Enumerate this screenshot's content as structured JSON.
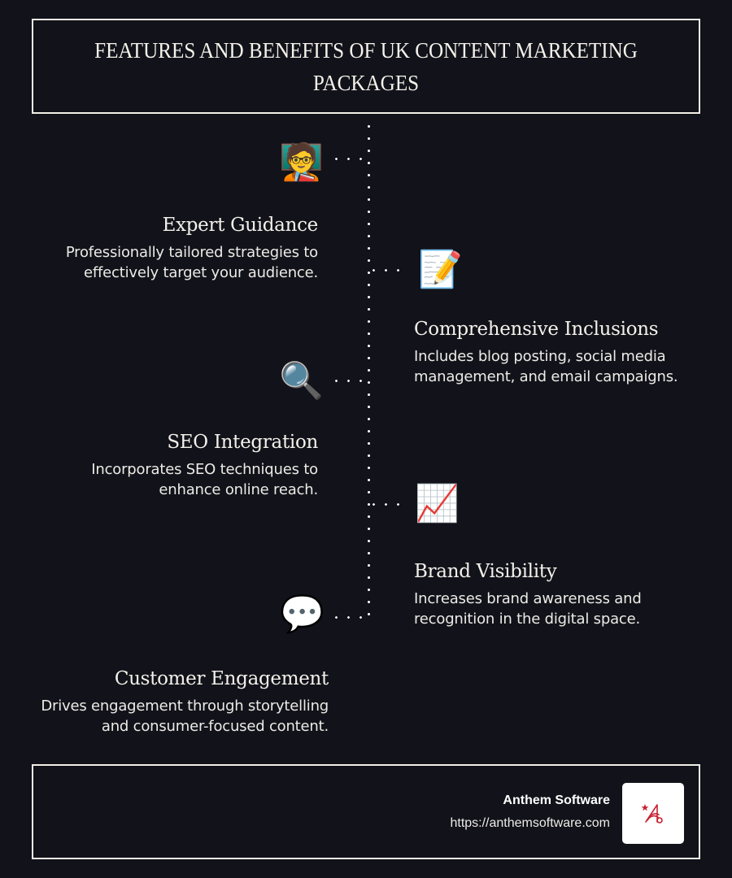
{
  "header": {
    "title": "FEATURES AND BENEFITS OF UK CONTENT MARKETING PACKAGES"
  },
  "timeline": {
    "dot_color": "#ffffff",
    "items": [
      {
        "title": "Expert Guidance",
        "description_lines": [
          "Professionally tailored strategies to",
          "effectively target your audience."
        ],
        "icon": "teacher-icon",
        "icon_glyph": "🧑‍🏫",
        "side": "left"
      },
      {
        "title": "Comprehensive Inclusions",
        "description_lines": [
          "Includes blog posting, social media",
          "management, and email campaigns."
        ],
        "icon": "memo-icon",
        "icon_glyph": "📝",
        "side": "right"
      },
      {
        "title": "SEO Integration",
        "description_lines": [
          "Incorporates SEO techniques to",
          "enhance online reach."
        ],
        "icon": "magnifying-glass-icon",
        "icon_glyph": "🔍",
        "side": "left"
      },
      {
        "title": "Brand Visibility",
        "description_lines": [
          "Increases brand awareness and",
          "recognition in the digital space."
        ],
        "icon": "chart-increasing-icon",
        "icon_glyph": "📈",
        "side": "right"
      },
      {
        "title": "Customer Engagement",
        "description_lines": [
          "Drives engagement through storytelling",
          "and consumer-focused content."
        ],
        "icon": "speech-balloon-icon",
        "icon_glyph": "💬",
        "side": "left"
      }
    ]
  },
  "footer": {
    "brand_name": "Anthem Software",
    "url": "https://anthemsoftware.com",
    "logo_color": "#c8202f"
  }
}
